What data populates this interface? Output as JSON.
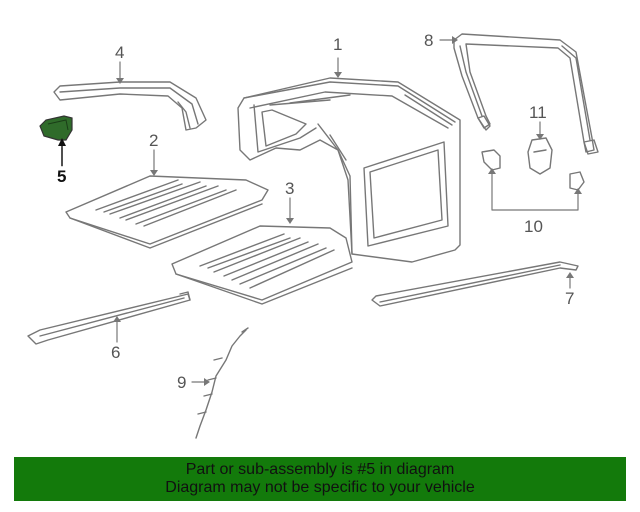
{
  "callouts": {
    "c1": "1",
    "c2": "2",
    "c3": "3",
    "c4": "4",
    "c5": "5",
    "c6": "6",
    "c7": "7",
    "c8": "8",
    "c9": "9",
    "c10": "10",
    "c11": "11"
  },
  "highlight_color": "#2f6b2a",
  "banner": {
    "line1": "Part or sub-assembly is #5 in diagram",
    "line2": "Diagram may not be specific to your vehicle",
    "color": "#137a0b"
  }
}
